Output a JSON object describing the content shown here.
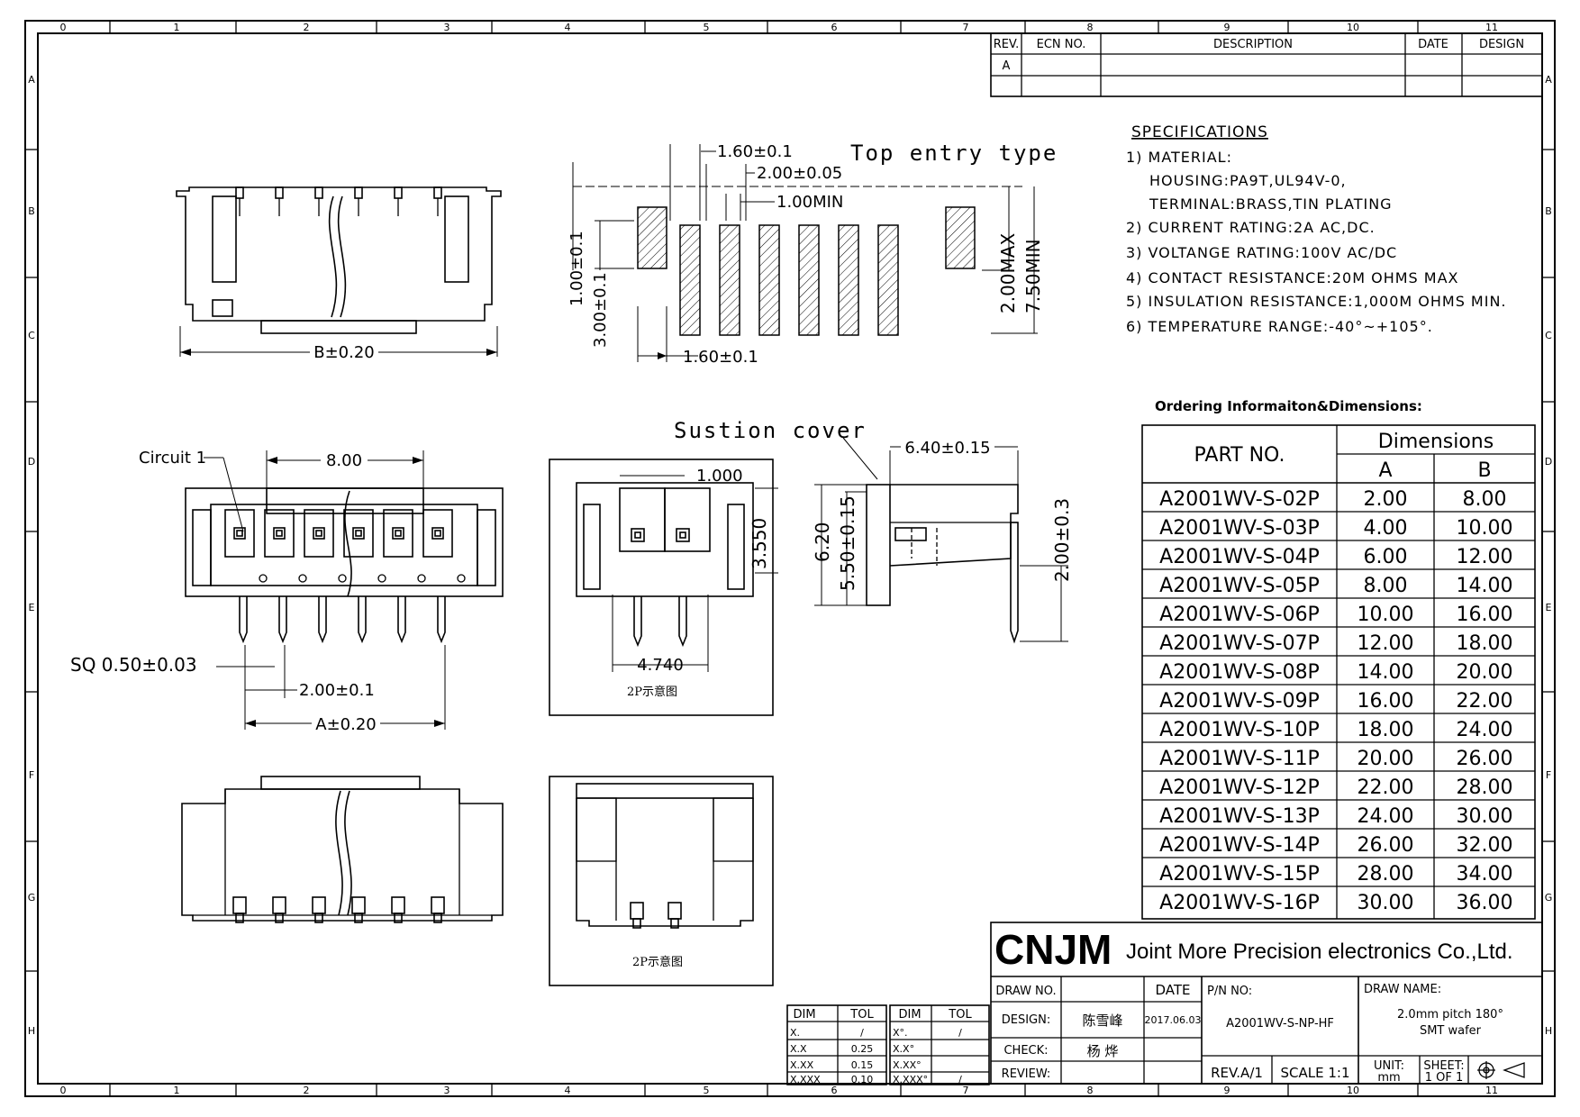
{
  "zones": {
    "cols": [
      "0",
      "1",
      "2",
      "3",
      "4",
      "5",
      "6",
      "7",
      "8",
      "9",
      "10",
      "11"
    ],
    "rows": [
      "A",
      "B",
      "C",
      "D",
      "E",
      "F",
      "G",
      "H"
    ]
  },
  "revision_block": {
    "headers": [
      "REV.",
      "ECN NO.",
      "DESCRIPTION",
      "DATE",
      "DESIGN"
    ],
    "rev": "A"
  },
  "top_entry": {
    "title": "Top entry type",
    "d_pitch_top": "1.60±0.1",
    "d_pitch": "2.00±0.05",
    "d_min": "1.00MIN",
    "d_pitch_bottom": "1.60±0.1",
    "d_h1": "1.00±0.1",
    "d_h3": "3.00±0.1",
    "d_max": "2.00MAX",
    "d_min_len": "7.50MIN"
  },
  "specs": {
    "heading": "SPECIFICATIONS",
    "lines": [
      "1) MATERIAL:",
      "HOUSING:PA9T,UL94V-0,",
      "TERMINAL:BRASS,TIN PLATING",
      "2) CURRENT RATING:2A AC,DC.",
      "3) VOLTANGE RATING:100V AC/DC",
      "4) CONTACT RESISTANCE:20M OHMS MAX",
      "5) INSULATION RESISTANCE:1,000M OHMS MIN.",
      "6) TEMPERATURE RANGE:-40°~+105°."
    ]
  },
  "views": {
    "side_dim": "B±0.20",
    "circuit_label": "Circuit 1",
    "d_8": "8.00",
    "d_sq": "SQ 0.50±0.03",
    "d_pitch": "2.00±0.1",
    "d_a": "A±0.20",
    "sustion": "Sustion cover",
    "d_640": "6.40±0.15",
    "d_620": "6.20",
    "d_550": "5.50±0.15",
    "d_200": "2.00±0.3",
    "d_1000": "1.000",
    "d_3550": "3.550",
    "d_4740": "4.740",
    "sample_label": "2P示意图",
    "sample_label2": "2P示意图"
  },
  "ordering": {
    "caption": "Ordering Informaiton&Dimensions:",
    "header_part": "PART NO.",
    "header_dims": "Dimensions",
    "header_a": "A",
    "header_b": "B",
    "rows": [
      {
        "part": "A2001WV-S-02P",
        "a": "2.00",
        "b": "8.00"
      },
      {
        "part": "A2001WV-S-03P",
        "a": "4.00",
        "b": "10.00"
      },
      {
        "part": "A2001WV-S-04P",
        "a": "6.00",
        "b": "12.00"
      },
      {
        "part": "A2001WV-S-05P",
        "a": "8.00",
        "b": "14.00"
      },
      {
        "part": "A2001WV-S-06P",
        "a": "10.00",
        "b": "16.00"
      },
      {
        "part": "A2001WV-S-07P",
        "a": "12.00",
        "b": "18.00"
      },
      {
        "part": "A2001WV-S-08P",
        "a": "14.00",
        "b": "20.00"
      },
      {
        "part": "A2001WV-S-09P",
        "a": "16.00",
        "b": "22.00"
      },
      {
        "part": "A2001WV-S-10P",
        "a": "18.00",
        "b": "24.00"
      },
      {
        "part": "A2001WV-S-11P",
        "a": "20.00",
        "b": "26.00"
      },
      {
        "part": "A2001WV-S-12P",
        "a": "22.00",
        "b": "28.00"
      },
      {
        "part": "A2001WV-S-13P",
        "a": "24.00",
        "b": "30.00"
      },
      {
        "part": "A2001WV-S-14P",
        "a": "26.00",
        "b": "32.00"
      },
      {
        "part": "A2001WV-S-15P",
        "a": "28.00",
        "b": "34.00"
      },
      {
        "part": "A2001WV-S-16P",
        "a": "30.00",
        "b": "36.00"
      }
    ]
  },
  "tolerance": {
    "dim": "DIM",
    "tol": "TOL",
    "left": [
      {
        "d": "X.",
        "t": "/"
      },
      {
        "d": "X.X",
        "t": "0.25"
      },
      {
        "d": "X.XX",
        "t": "0.15"
      },
      {
        "d": "X.XXX",
        "t": "0.10"
      }
    ],
    "right": [
      {
        "d": "X°.",
        "t": "/"
      },
      {
        "d": "X.X°",
        "t": ""
      },
      {
        "d": "X.XX°",
        "t": ""
      },
      {
        "d": "X.XXX°",
        "t": "/"
      }
    ]
  },
  "title_block": {
    "logo": "CNJM",
    "company": "Joint More Precision electronics Co.,Ltd.",
    "draw_no": "DRAW NO.",
    "date_label": "DATE",
    "pn_label": "P/N NO:",
    "draw_name_label": "DRAW NAME:",
    "design_label": "DESIGN:",
    "designer": "陈雪峰",
    "date": "2017.06.03",
    "pn": "A2001WV-S-NP-HF",
    "draw_name_1": "2.0mm pitch 180°",
    "draw_name_2": "SMT wafer",
    "check_label": "CHECK:",
    "checker": "杨 烨",
    "review_label": "REVIEW:",
    "rev": "REV.A/1",
    "scale": "SCALE 1:1",
    "unit_label": "UNIT:",
    "unit": "mm",
    "sheet_label": "SHEET:",
    "sheet": "1 OF 1"
  }
}
